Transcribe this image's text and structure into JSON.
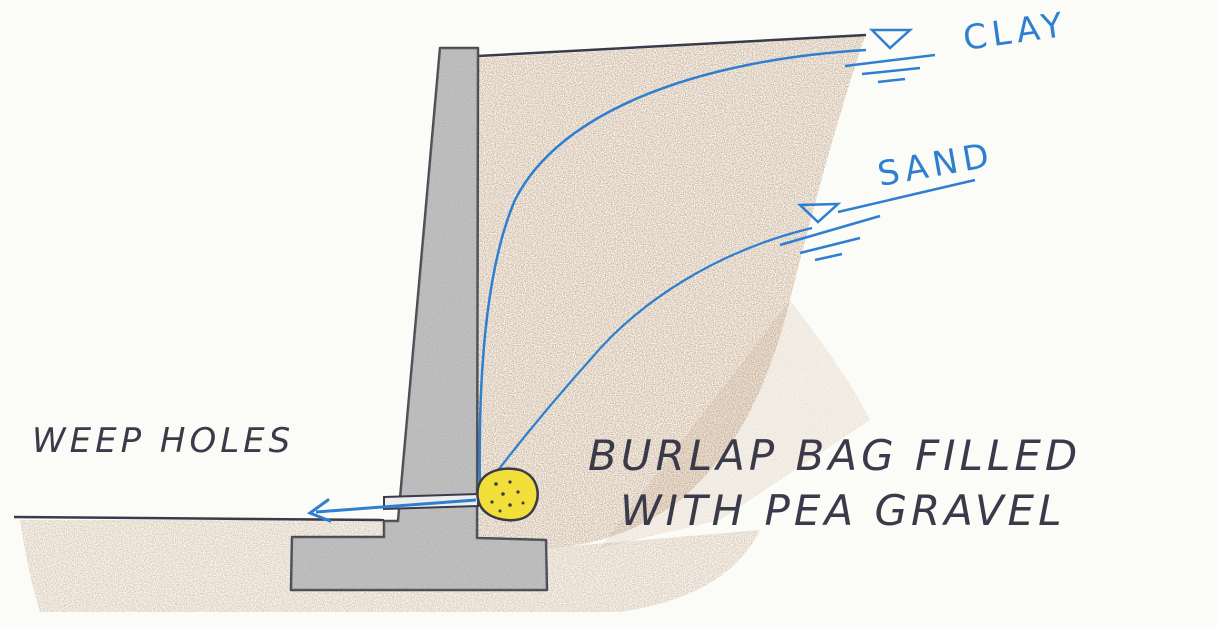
{
  "labels": {
    "clay": "CLAY",
    "sand": "SAND",
    "weep_holes": "WEEP HOLES",
    "burlap_line1": "BURLAP BAG FILLED",
    "burlap_line2": "WITH PEA GRAVEL"
  },
  "colors": {
    "background": "#fbfbf8",
    "soil": "#a77b52",
    "concrete": "#c9c9c9",
    "water": "#2f7fd0",
    "gravel_bag": "#f2df3a",
    "ink": "#3a3a4a"
  }
}
